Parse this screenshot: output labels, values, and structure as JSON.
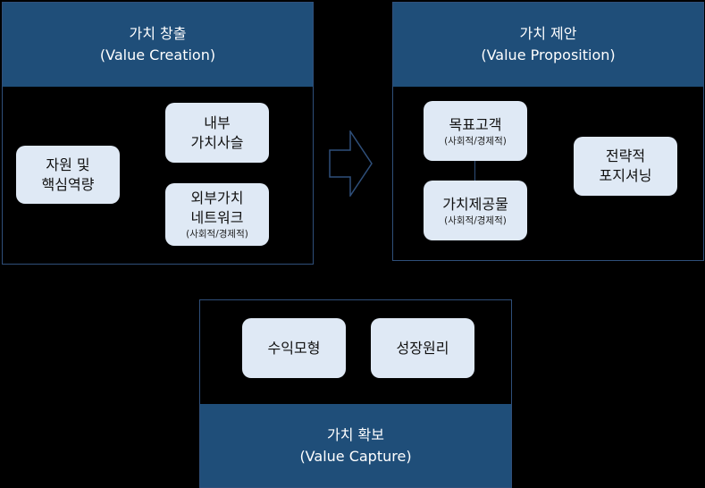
{
  "creation": {
    "title": "가치 창출",
    "title_en": "(Value Creation)",
    "resources": {
      "line1": "자원 및",
      "line2": "핵심역량"
    },
    "internal": {
      "line1": "내부",
      "line2": "가치사슬"
    },
    "external": {
      "line1": "외부가치",
      "line2": "네트워크",
      "note": "(사회적/경제적)"
    }
  },
  "proposition": {
    "title": "가치 제안",
    "title_en": "(Value Proposition)",
    "target": {
      "line1": "목표고객",
      "note": "(사회적/경제적)"
    },
    "offering": {
      "line1": "가치제공물",
      "note": "(사회적/경제적)"
    },
    "positioning": {
      "line1": "전략적",
      "line2": "포지셔닝"
    }
  },
  "capture": {
    "title": "가치 확보",
    "title_en": "(Value Capture)",
    "revenue": {
      "line1": "수익모형"
    },
    "growth": {
      "line1": "성장원리"
    }
  },
  "colors": {
    "header": "#1f4e79",
    "node": "#dfe9f5",
    "border": "#2f4f7a",
    "background": "#000000"
  }
}
